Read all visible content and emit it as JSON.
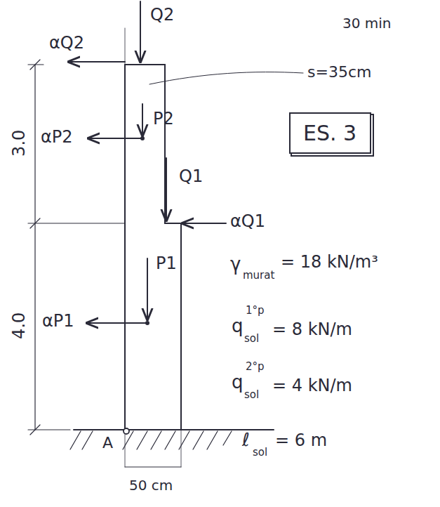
{
  "diagram": {
    "nodes": [
      {
        "text": [
          "ES. 3"
        ]
      }
    ],
    "labels": [
      "αQ2",
      "Q2",
      "30 min",
      "s=35cm",
      "3.0",
      "P2",
      "αP2",
      "Q1",
      "αQ1",
      "4.0",
      "P1",
      "αP1",
      "γ",
      "murat",
      "= 18 kN/m³",
      "1°p",
      "q",
      "sol",
      "= 8 kN/m",
      "2°p",
      "q",
      "sol",
      "= 4 kN/m",
      "A",
      "ℓ",
      "sol",
      "= 6 m",
      "50 cm"
    ]
  }
}
